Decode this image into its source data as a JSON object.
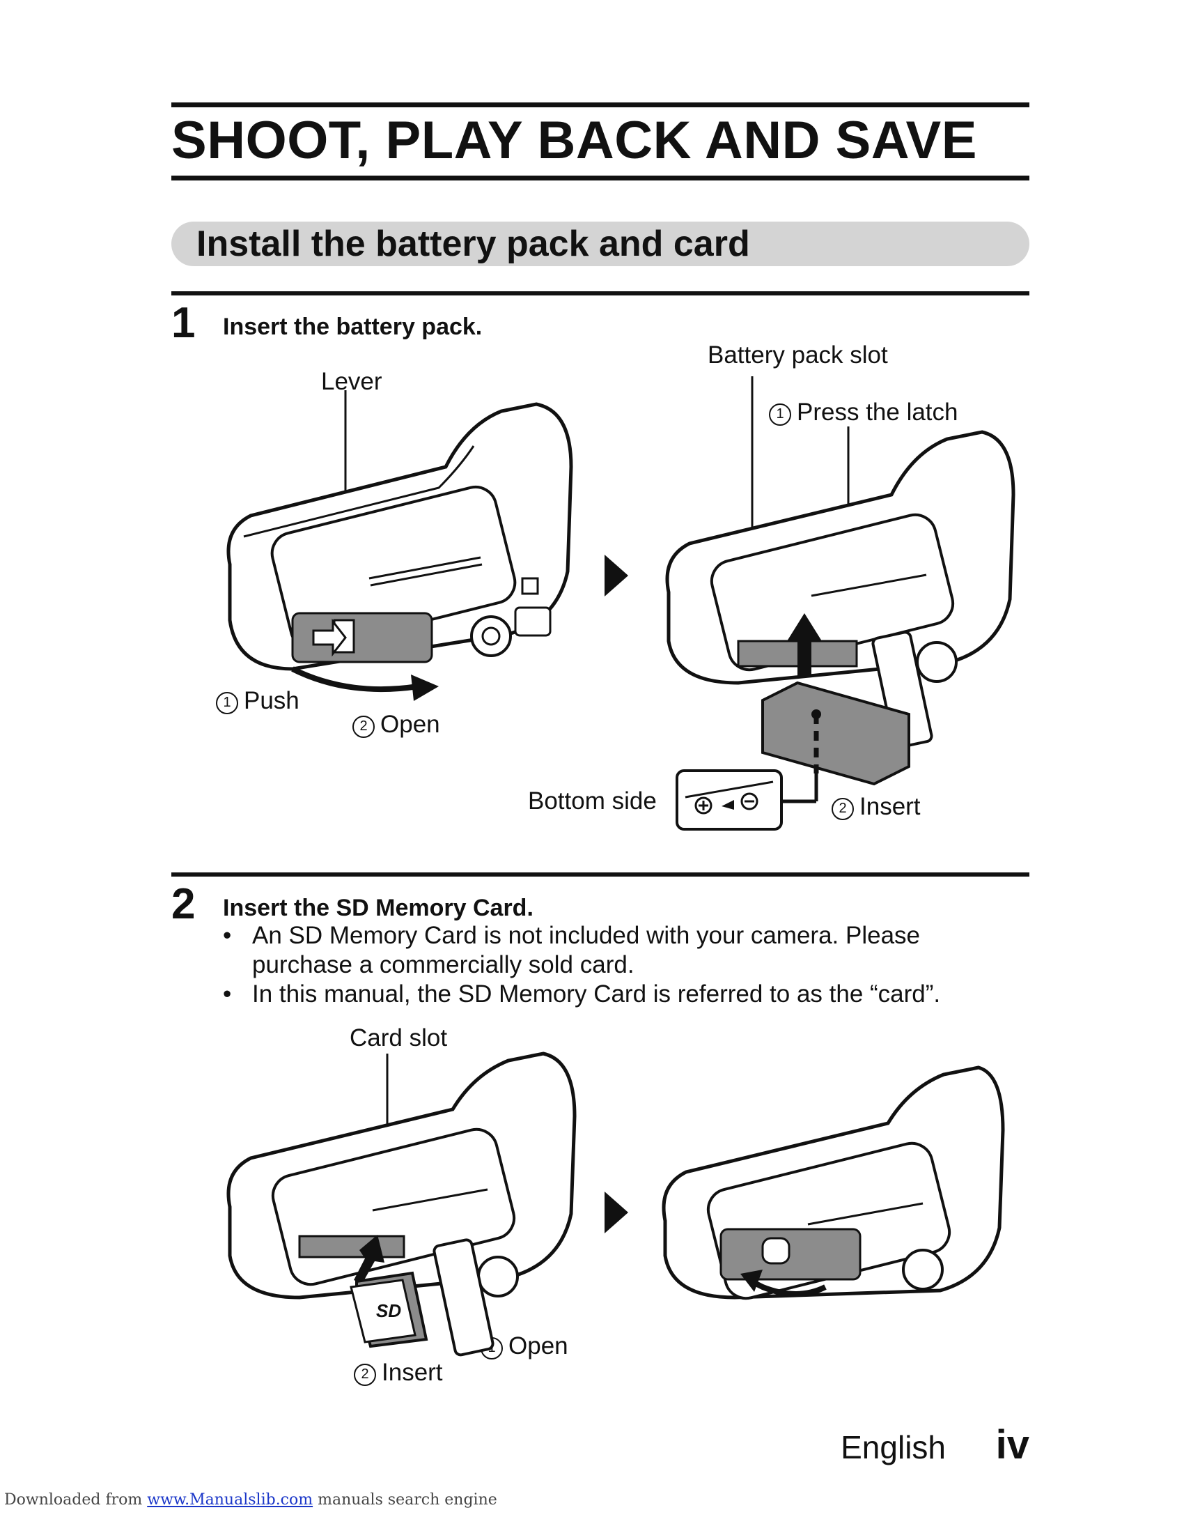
{
  "header": {
    "title": "SHOOT, PLAY BACK AND SAVE",
    "section_title": "Install the battery pack and card"
  },
  "step1": {
    "number": "1",
    "heading": "Insert the battery pack.",
    "labels": {
      "lever": "Lever",
      "push_num": "1",
      "push": "Push",
      "open_num": "2",
      "open": "Open",
      "battery_slot": "Battery pack slot",
      "latch_num": "1",
      "latch": "Press the latch",
      "bottom_side": "Bottom side",
      "insert_num": "2",
      "insert": "Insert"
    }
  },
  "step2": {
    "number": "2",
    "heading": "Insert the SD Memory Card.",
    "bullets": [
      "An SD Memory Card is not included with your camera. Please purchase a commercially sold card.",
      "In this manual, the SD Memory Card is referred to as the “card”."
    ],
    "bullet_mark": "•",
    "labels": {
      "card_slot": "Card slot",
      "open_num": "1",
      "open": "Open",
      "insert_num": "2",
      "insert": "Insert",
      "sd_logo": "SD"
    }
  },
  "footer": {
    "language": "English",
    "page": "iv",
    "download_prefix": "Downloaded from",
    "download_link": "www.Manualslib.com",
    "download_suffix": " manuals search engine"
  },
  "colors": {
    "ink": "#111111",
    "band_gray": "#d4d4d4",
    "shade_gray": "#8c8c8c",
    "link_blue": "#1a36c8"
  },
  "icons": [
    "camera-illustration",
    "arrow-right-triangle",
    "curved-arrow",
    "up-arrow",
    "battery-pack",
    "sd-card",
    "polarity-icon"
  ]
}
